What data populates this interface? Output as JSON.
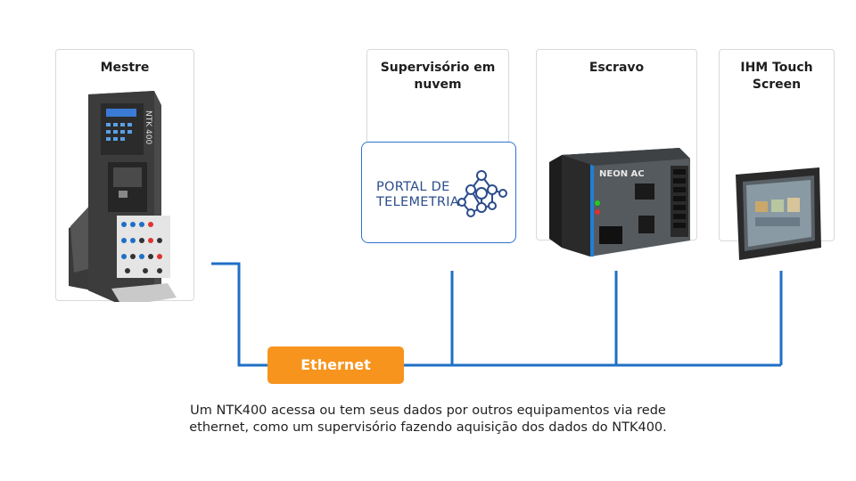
{
  "nodes": {
    "mestre": {
      "title": "Mestre",
      "device_label": "NTK 400"
    },
    "supervisorio": {
      "title": "Supervisório em nuvem",
      "logo_line1": "PORTAL DE",
      "logo_line2": "TELEMETRIA"
    },
    "escravo": {
      "title": "Escravo",
      "device_label": "NEON AC"
    },
    "ihm": {
      "title": "IHM Touch Screen"
    }
  },
  "ethernet": {
    "label": "Ethernet"
  },
  "caption": {
    "line1": "Um NTK400 acessa ou tem seus dados por outros equipamentos via rede",
    "line2": "ethernet, como um supervisório fazendo aquisição dos dados do NTK400."
  },
  "colors": {
    "wire": "#1f6fc6",
    "ethernet": "#f7941e",
    "portal_border": "#2f73c8",
    "portal_text": "#2c4c8c"
  }
}
